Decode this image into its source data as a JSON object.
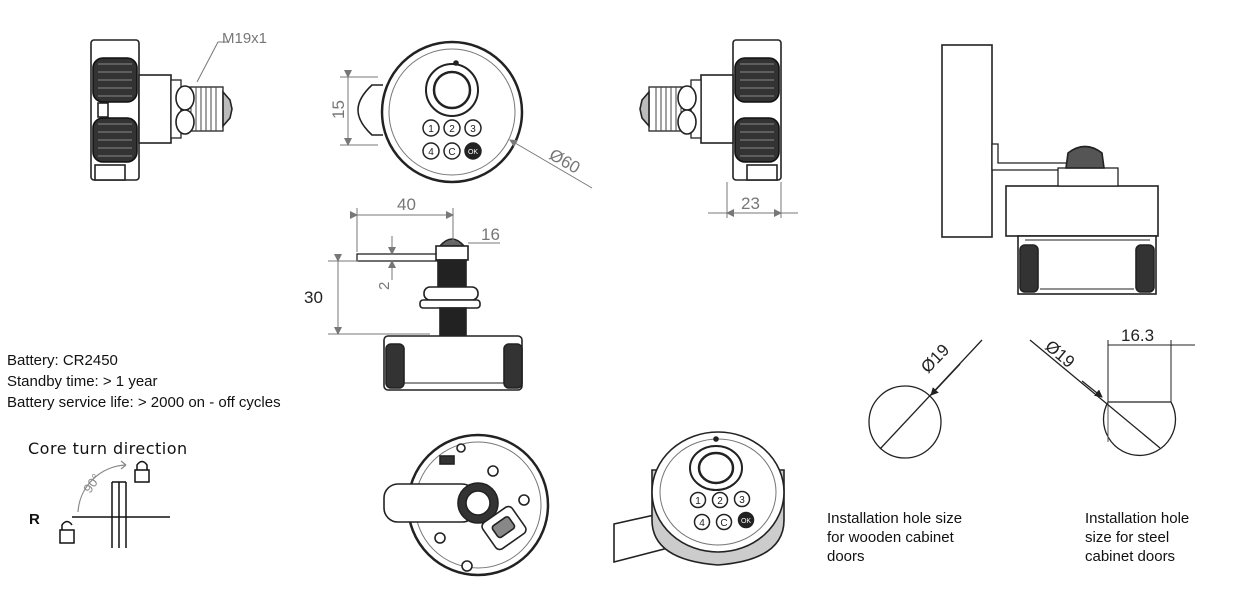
{
  "dims": {
    "thread": "M19x1",
    "d15": "15",
    "d60": "Ø60",
    "d23": "23",
    "d40": "40",
    "d16": "16",
    "d2": "2",
    "d30": "30",
    "d19a": "Ø19",
    "d19b": "Ø19",
    "d163": "16.3"
  },
  "keypad": [
    "1",
    "2",
    "3",
    "4",
    "C",
    "OK"
  ],
  "specs": {
    "battery": "Battery: CR2450",
    "standby": "Standby time: > 1 year",
    "life": "Battery service life: > 2000 on - off cycles"
  },
  "core": {
    "title": "Core turn direction",
    "angle": "90°",
    "r": "R"
  },
  "captions": {
    "wood": [
      "Installation hole size",
      "for wooden cabinet",
      "doors"
    ],
    "steel": [
      "Installation hole",
      "size for steel",
      "cabinet doors"
    ]
  }
}
